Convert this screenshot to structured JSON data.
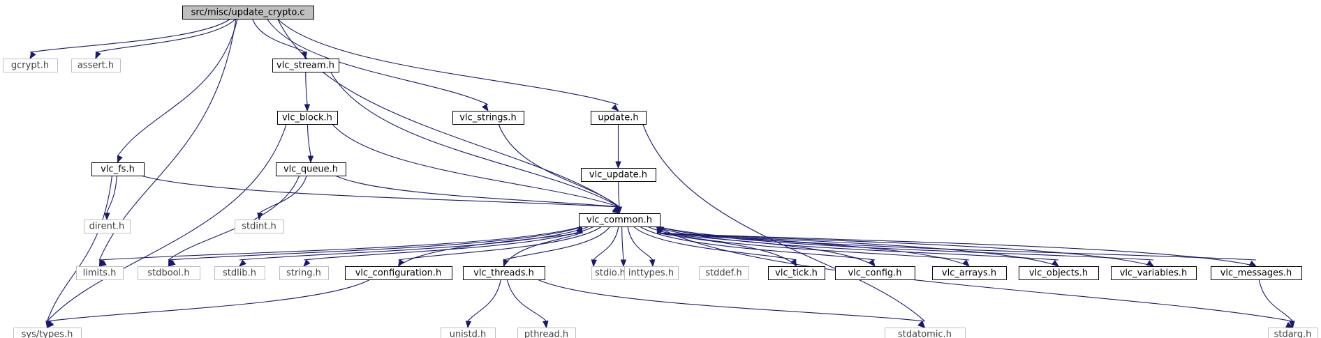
{
  "colors": {
    "edge": "#191970",
    "node_border": "#000000",
    "external_border": "#bfbfbf",
    "root_fill": "#bfbfbf",
    "node_fill": "#ffffff"
  },
  "nodes": [
    {
      "id": "root",
      "label": "src/misc/update_crypto.c",
      "kind": "root"
    },
    {
      "id": "gcrypt",
      "label": "gcrypt.h",
      "kind": "external"
    },
    {
      "id": "assert",
      "label": "assert.h",
      "kind": "external"
    },
    {
      "id": "vlc_stream",
      "label": "vlc_stream.h",
      "kind": "local"
    },
    {
      "id": "vlc_block",
      "label": "vlc_block.h",
      "kind": "local"
    },
    {
      "id": "vlc_strings",
      "label": "vlc_strings.h",
      "kind": "local"
    },
    {
      "id": "update",
      "label": "update.h",
      "kind": "local"
    },
    {
      "id": "vlc_update",
      "label": "vlc_update.h",
      "kind": "local"
    },
    {
      "id": "vlc_fs",
      "label": "vlc_fs.h",
      "kind": "local"
    },
    {
      "id": "vlc_queue",
      "label": "vlc_queue.h",
      "kind": "local"
    },
    {
      "id": "dirent",
      "label": "dirent.h",
      "kind": "external"
    },
    {
      "id": "stdint",
      "label": "stdint.h",
      "kind": "external"
    },
    {
      "id": "vlc_common",
      "label": "vlc_common.h",
      "kind": "local"
    },
    {
      "id": "limits",
      "label": "limits.h",
      "kind": "external"
    },
    {
      "id": "stdbool",
      "label": "stdbool.h",
      "kind": "external"
    },
    {
      "id": "stdlib",
      "label": "stdlib.h",
      "kind": "external"
    },
    {
      "id": "string",
      "label": "string.h",
      "kind": "external"
    },
    {
      "id": "vlc_configuration",
      "label": "vlc_configuration.h",
      "kind": "local"
    },
    {
      "id": "vlc_threads",
      "label": "vlc_threads.h",
      "kind": "local"
    },
    {
      "id": "stdio",
      "label": "stdio.h",
      "kind": "external"
    },
    {
      "id": "inttypes",
      "label": "inttypes.h",
      "kind": "external"
    },
    {
      "id": "stddef",
      "label": "stddef.h",
      "kind": "external"
    },
    {
      "id": "vlc_tick",
      "label": "vlc_tick.h",
      "kind": "local"
    },
    {
      "id": "vlc_config",
      "label": "vlc_config.h",
      "kind": "local"
    },
    {
      "id": "vlc_arrays",
      "label": "vlc_arrays.h",
      "kind": "local"
    },
    {
      "id": "vlc_objects",
      "label": "vlc_objects.h",
      "kind": "local"
    },
    {
      "id": "vlc_variables",
      "label": "vlc_variables.h",
      "kind": "local"
    },
    {
      "id": "vlc_messages",
      "label": "vlc_messages.h",
      "kind": "local"
    },
    {
      "id": "sys_types",
      "label": "sys/types.h",
      "kind": "external"
    },
    {
      "id": "unistd",
      "label": "unistd.h",
      "kind": "external"
    },
    {
      "id": "pthread",
      "label": "pthread.h",
      "kind": "external"
    },
    {
      "id": "stdatomic",
      "label": "stdatomic.h",
      "kind": "external"
    },
    {
      "id": "stdarg",
      "label": "stdarg.h",
      "kind": "external"
    }
  ],
  "edges": [
    {
      "from": "root",
      "to": "gcrypt"
    },
    {
      "from": "root",
      "to": "assert"
    },
    {
      "from": "root",
      "to": "vlc_fs"
    },
    {
      "from": "root",
      "to": "limits"
    },
    {
      "from": "root",
      "to": "vlc_stream"
    },
    {
      "from": "root",
      "to": "vlc_strings"
    },
    {
      "from": "root",
      "to": "vlc_common"
    },
    {
      "from": "root",
      "to": "update"
    },
    {
      "from": "vlc_stream",
      "to": "vlc_block"
    },
    {
      "from": "vlc_stream",
      "to": "vlc_common"
    },
    {
      "from": "vlc_block",
      "to": "vlc_queue"
    },
    {
      "from": "vlc_block",
      "to": "vlc_common"
    },
    {
      "from": "vlc_block",
      "to": "sys_types"
    },
    {
      "from": "vlc_strings",
      "to": "vlc_common"
    },
    {
      "from": "update",
      "to": "vlc_update"
    },
    {
      "from": "update",
      "to": "stdatomic"
    },
    {
      "from": "vlc_update",
      "to": "vlc_common"
    },
    {
      "from": "vlc_fs",
      "to": "dirent"
    },
    {
      "from": "vlc_fs",
      "to": "sys_types"
    },
    {
      "from": "vlc_fs",
      "to": "vlc_common"
    },
    {
      "from": "vlc_queue",
      "to": "stdint"
    },
    {
      "from": "vlc_queue",
      "to": "stdbool"
    },
    {
      "from": "vlc_queue",
      "to": "vlc_common"
    },
    {
      "from": "vlc_common",
      "to": "limits"
    },
    {
      "from": "vlc_common",
      "to": "stdbool"
    },
    {
      "from": "vlc_common",
      "to": "stdlib"
    },
    {
      "from": "vlc_common",
      "to": "string"
    },
    {
      "from": "vlc_common",
      "to": "vlc_configuration"
    },
    {
      "from": "vlc_common",
      "to": "vlc_threads"
    },
    {
      "from": "vlc_common",
      "to": "stdio"
    },
    {
      "from": "vlc_common",
      "to": "inttypes"
    },
    {
      "from": "vlc_common",
      "to": "stddef"
    },
    {
      "from": "vlc_common",
      "to": "vlc_tick"
    },
    {
      "from": "vlc_common",
      "to": "vlc_config"
    },
    {
      "from": "vlc_common",
      "to": "vlc_arrays"
    },
    {
      "from": "vlc_common",
      "to": "vlc_objects"
    },
    {
      "from": "vlc_common",
      "to": "vlc_variables"
    },
    {
      "from": "vlc_common",
      "to": "vlc_messages"
    },
    {
      "from": "vlc_common",
      "to": "stdarg"
    },
    {
      "from": "vlc_configuration",
      "to": "vlc_common"
    },
    {
      "from": "vlc_configuration",
      "to": "sys_types"
    },
    {
      "from": "vlc_threads",
      "to": "vlc_common"
    },
    {
      "from": "vlc_threads",
      "to": "unistd"
    },
    {
      "from": "vlc_threads",
      "to": "pthread"
    },
    {
      "from": "vlc_threads",
      "to": "stdatomic"
    },
    {
      "from": "vlc_tick",
      "to": "vlc_common"
    },
    {
      "from": "vlc_config",
      "to": "vlc_common"
    },
    {
      "from": "vlc_arrays",
      "to": "vlc_common"
    },
    {
      "from": "vlc_objects",
      "to": "vlc_common"
    },
    {
      "from": "vlc_variables",
      "to": "vlc_common"
    },
    {
      "from": "vlc_messages",
      "to": "vlc_common"
    },
    {
      "from": "vlc_messages",
      "to": "stdarg"
    }
  ]
}
